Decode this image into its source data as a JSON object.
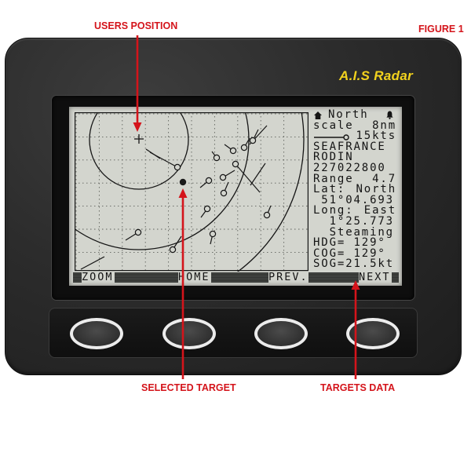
{
  "annotations": {
    "users_position": "USERS POSITION",
    "figure_label": "FIGURE 1",
    "selected_target": "SELECTED TARGET",
    "targets_data": "TARGETS DATA"
  },
  "device": {
    "brand": "A.I.S Radar"
  },
  "screen": {
    "header": {
      "orientation_icon": "north-up-icon",
      "orientation": "North",
      "alarm_icon": "alarm-bell-icon"
    },
    "scale": {
      "label": "scale",
      "value": "8nm"
    },
    "speed_vector": {
      "icon": "speed-vector-icon",
      "value": "15kts"
    },
    "target": {
      "name_line1": "SEAFRANCE",
      "name_line2": "RODIN",
      "mmsi": "227022800",
      "range": {
        "label": "Range",
        "value": "4.7"
      },
      "lat": {
        "label": "Lat:",
        "hemisphere": "North",
        "value": "51°04.693"
      },
      "long": {
        "label": "Long:",
        "hemisphere": "East",
        "value": "1°25.773"
      },
      "status": "Steaming",
      "hdg": "HDG= 129°",
      "cog": "COG= 129°",
      "sog": "SOG=21.5kt"
    },
    "softkeys": [
      "ZOOM",
      "HOME",
      "PREV.",
      "NEXT"
    ]
  },
  "icons": {
    "user_position": "user-position-cross-icon",
    "selected_target": "selected-target-marker",
    "target": "radar-target"
  },
  "colors": {
    "annotation_red": "#d4141b",
    "brand_yellow": "#f2d21e",
    "lcd_background": "#d3d5ce",
    "lcd_ink": "#141414"
  }
}
